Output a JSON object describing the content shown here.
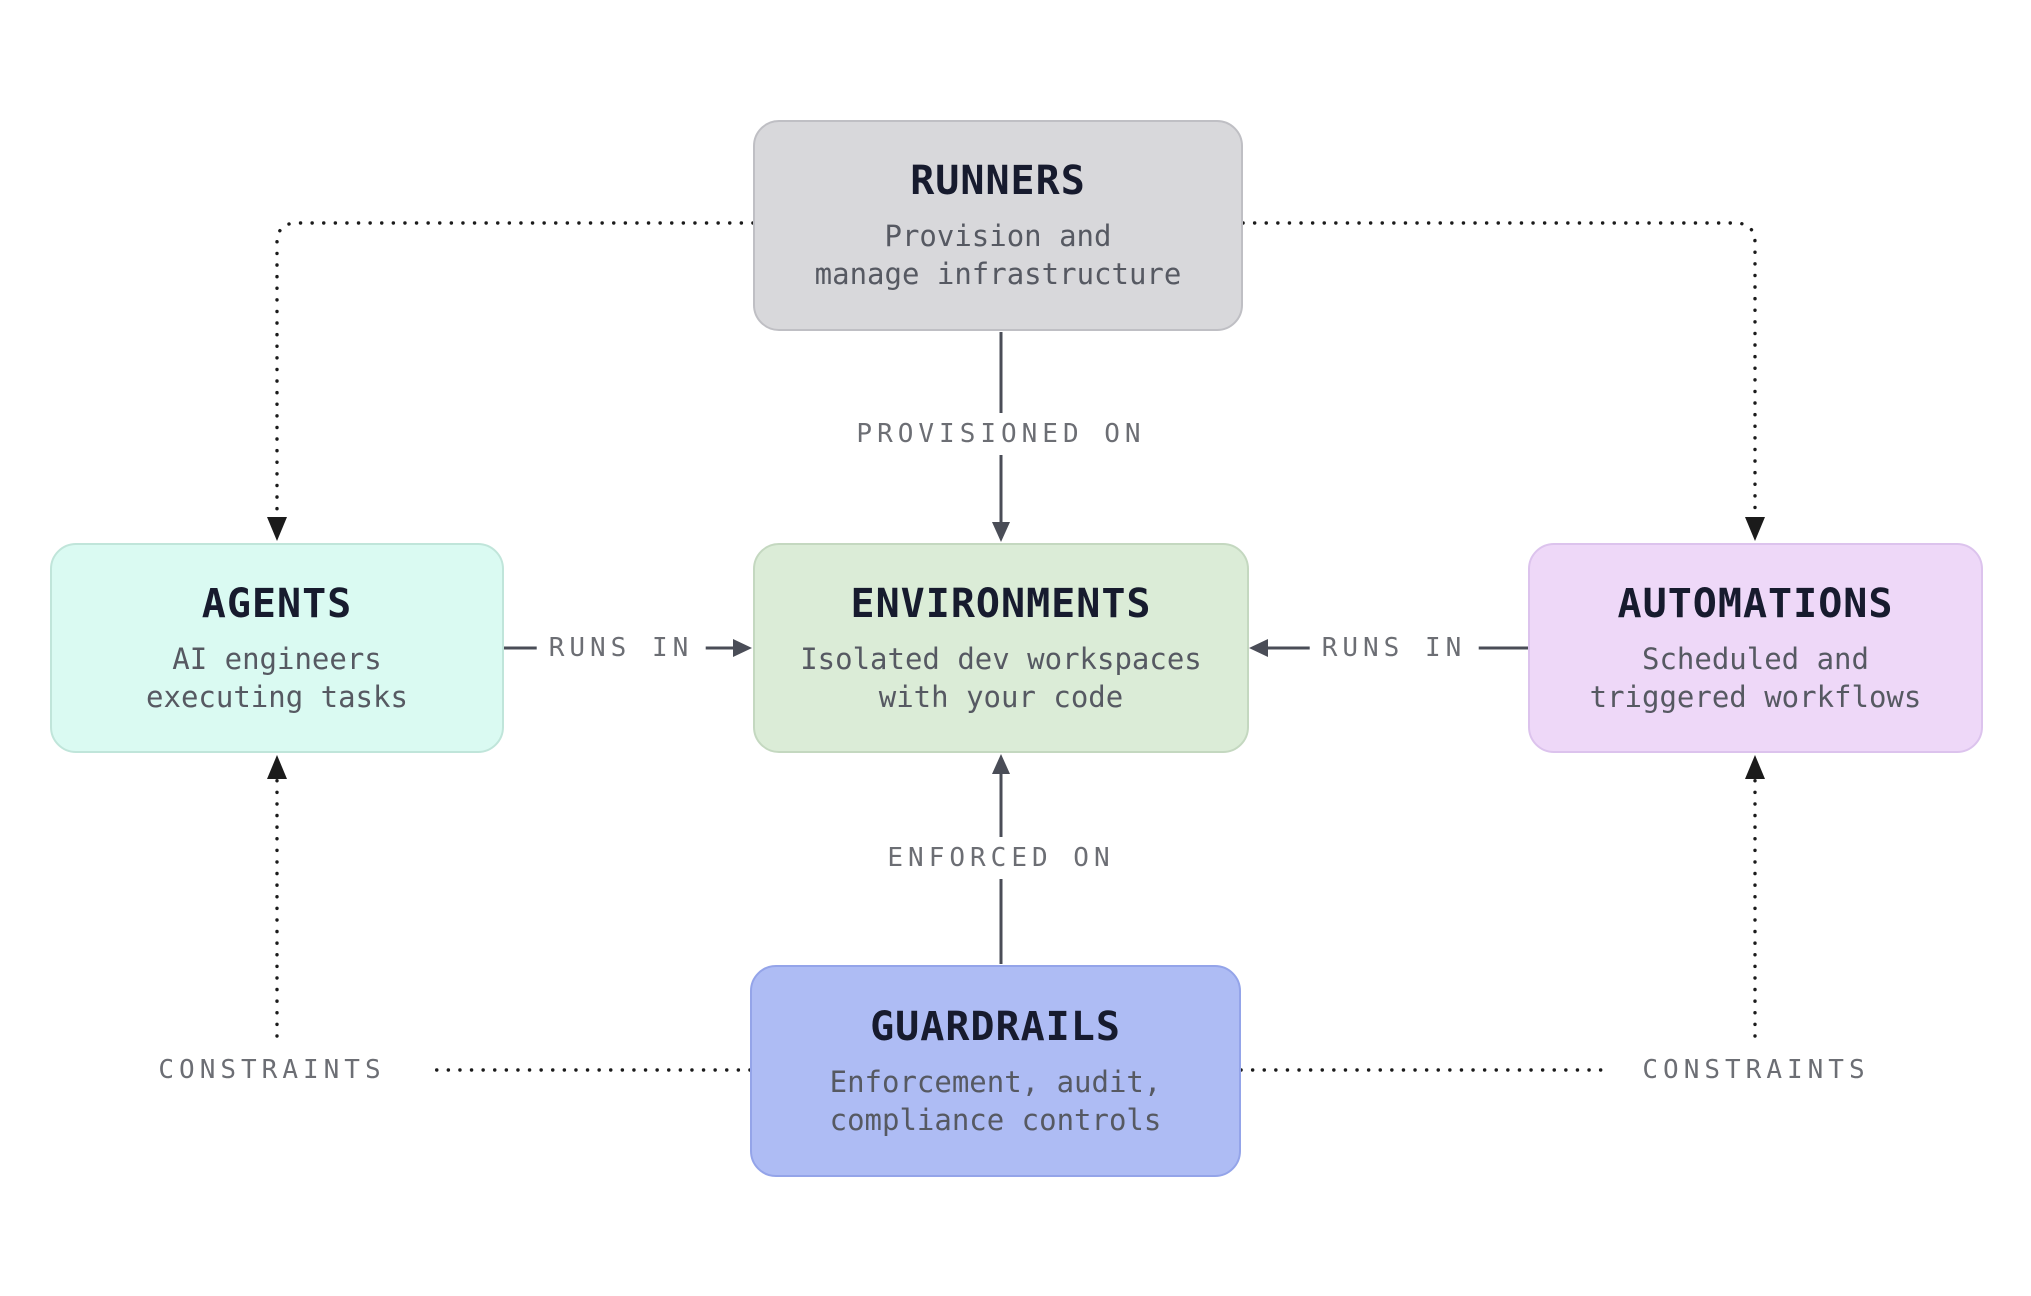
{
  "nodes": {
    "runners": {
      "title": "RUNNERS",
      "subtitle": "Provision and\nmanage infrastructure",
      "fill": "#d8d8db",
      "border": "#bfbfc4"
    },
    "agents": {
      "title": "AGENTS",
      "subtitle": "AI engineers\nexecuting tasks",
      "fill": "#dafaf2",
      "border": "#c0e5da"
    },
    "environments": {
      "title": "ENVIRONMENTS",
      "subtitle": "Isolated dev workspaces\nwith your code",
      "fill": "#dbecd7",
      "border": "#c4d8c0"
    },
    "automations": {
      "title": "AUTOMATIONS",
      "subtitle": "Scheduled and\ntriggered workflows",
      "fill": "#eed8f8",
      "border": "#dcc3ed"
    },
    "guardrails": {
      "title": "GUARDRAILS",
      "subtitle": "Enforcement, audit,\ncompliance controls",
      "fill": "#aebcf4",
      "border": "#94a4e9"
    }
  },
  "edges": [
    {
      "from": "runners",
      "to": "environments",
      "label": "PROVISIONED ON",
      "line": "solid"
    },
    {
      "from": "agents",
      "to": "environments",
      "label": "RUNS IN",
      "line": "solid"
    },
    {
      "from": "automations",
      "to": "environments",
      "label": "RUNS IN",
      "line": "solid"
    },
    {
      "from": "guardrails",
      "to": "environments",
      "label": "ENFORCED ON",
      "line": "solid"
    },
    {
      "from": "runners",
      "to": "agents",
      "label": "",
      "line": "dotted"
    },
    {
      "from": "runners",
      "to": "automations",
      "label": "",
      "line": "dotted"
    },
    {
      "from": "guardrails",
      "to": "agents",
      "label": "CONSTRAINTS",
      "line": "dotted"
    },
    {
      "from": "guardrails",
      "to": "automations",
      "label": "CONSTRAINTS",
      "line": "dotted"
    }
  ],
  "colors": {
    "background": "#ffffff",
    "solid_line": "#4a4d57",
    "dotted_line": "#1b1b1b",
    "title_text": "#171b2e",
    "subtitle_text": "#565962",
    "label_text": "#6c6e74"
  }
}
